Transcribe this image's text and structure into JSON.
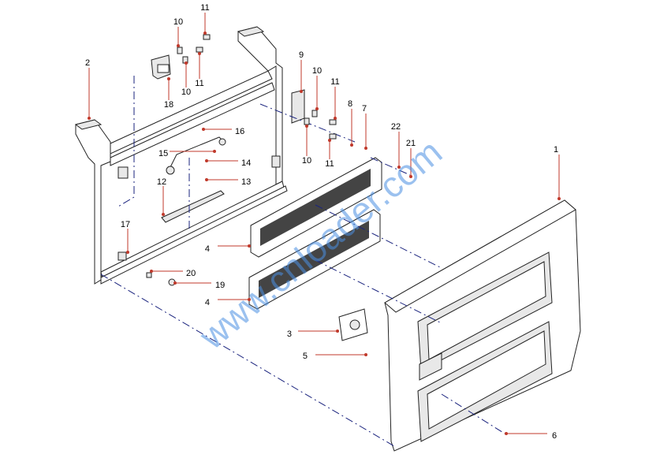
{
  "callouts": [
    {
      "id": "c1",
      "label": "1"
    },
    {
      "id": "c2",
      "label": "2"
    },
    {
      "id": "c3",
      "label": "3"
    },
    {
      "id": "c4a",
      "label": "4"
    },
    {
      "id": "c4b",
      "label": "4"
    },
    {
      "id": "c5",
      "label": "5"
    },
    {
      "id": "c6",
      "label": "6"
    },
    {
      "id": "c7",
      "label": "7"
    },
    {
      "id": "c8",
      "label": "8"
    },
    {
      "id": "c9",
      "label": "9"
    },
    {
      "id": "c10a",
      "label": "10"
    },
    {
      "id": "c10b",
      "label": "10"
    },
    {
      "id": "c10c",
      "label": "10"
    },
    {
      "id": "c10d",
      "label": "10"
    },
    {
      "id": "c11a",
      "label": "11"
    },
    {
      "id": "c11b",
      "label": "11"
    },
    {
      "id": "c11c",
      "label": "11"
    },
    {
      "id": "c11d",
      "label": "11"
    },
    {
      "id": "c12",
      "label": "12"
    },
    {
      "id": "c13",
      "label": "13"
    },
    {
      "id": "c14",
      "label": "14"
    },
    {
      "id": "c15",
      "label": "15"
    },
    {
      "id": "c16",
      "label": "16"
    },
    {
      "id": "c17",
      "label": "17"
    },
    {
      "id": "c18",
      "label": "18"
    },
    {
      "id": "c19",
      "label": "19"
    },
    {
      "id": "c20",
      "label": "20"
    },
    {
      "id": "c21",
      "label": "21"
    },
    {
      "id": "c22",
      "label": "22"
    }
  ],
  "watermark": "www.cnloader.com"
}
